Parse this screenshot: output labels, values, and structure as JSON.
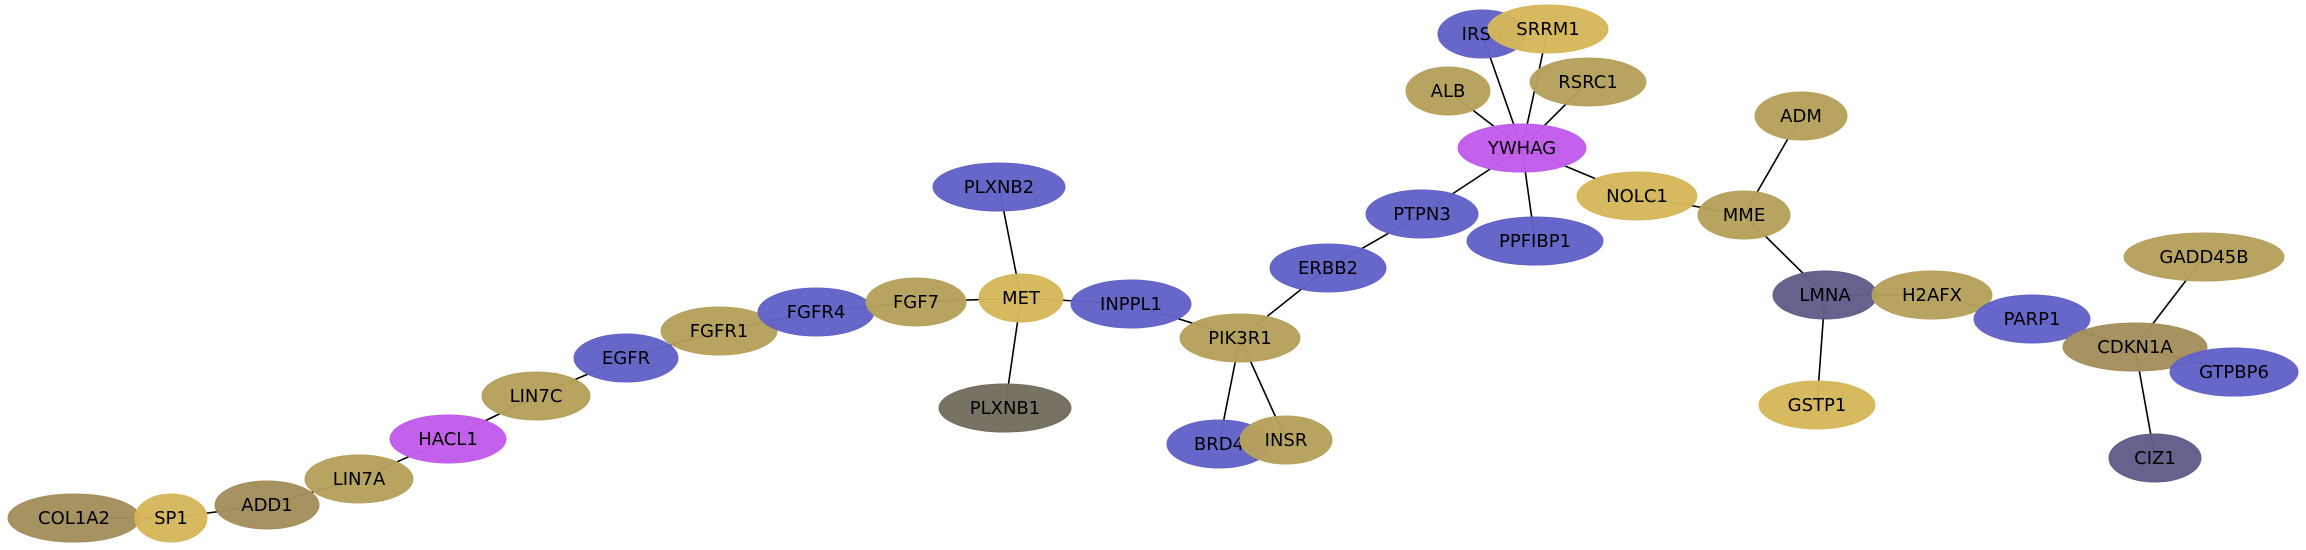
{
  "colors": {
    "blue": "#6262c8",
    "gold": "#d6b75a",
    "khaki": "#b6a15c",
    "olive": "#a48e5c",
    "purple": "#c15cec",
    "gray": "#5e5e8a",
    "darkgray": "#736d5e"
  },
  "nodes": [
    {
      "id": "COL1A2",
      "label": "COL1A2",
      "color": "olive"
    },
    {
      "id": "SP1",
      "label": "SP1",
      "color": "gold"
    },
    {
      "id": "ADD1",
      "label": "ADD1",
      "color": "olive"
    },
    {
      "id": "LIN7A",
      "label": "LIN7A",
      "color": "khaki"
    },
    {
      "id": "HACL1",
      "label": "HACL1",
      "color": "purple"
    },
    {
      "id": "LIN7C",
      "label": "LIN7C",
      "color": "khaki"
    },
    {
      "id": "EGFR",
      "label": "EGFR",
      "color": "blue"
    },
    {
      "id": "FGFR1",
      "label": "FGFR1",
      "color": "khaki"
    },
    {
      "id": "FGFR4",
      "label": "FGFR4",
      "color": "blue"
    },
    {
      "id": "FGF7",
      "label": "FGF7",
      "color": "khaki"
    },
    {
      "id": "MET",
      "label": "MET",
      "color": "gold"
    },
    {
      "id": "PLXNB2",
      "label": "PLXNB2",
      "color": "blue"
    },
    {
      "id": "PLXNB1",
      "label": "PLXNB1",
      "color": "darkgray"
    },
    {
      "id": "INPPL1",
      "label": "INPPL1",
      "color": "blue"
    },
    {
      "id": "PIK3R1",
      "label": "PIK3R1",
      "color": "khaki"
    },
    {
      "id": "BRD4",
      "label": "BRD4",
      "color": "blue"
    },
    {
      "id": "INSR",
      "label": "INSR",
      "color": "khaki"
    },
    {
      "id": "ERBB2",
      "label": "ERBB2",
      "color": "blue"
    },
    {
      "id": "PTPN3",
      "label": "PTPN3",
      "color": "blue"
    },
    {
      "id": "YWHAG",
      "label": "YWHAG",
      "color": "purple"
    },
    {
      "id": "PPFIBP1",
      "label": "PPFIBP1",
      "color": "blue"
    },
    {
      "id": "ALB",
      "label": "ALB",
      "color": "khaki"
    },
    {
      "id": "IRS4",
      "label": "IRS4",
      "color": "blue"
    },
    {
      "id": "SRRM1",
      "label": "SRRM1",
      "color": "gold"
    },
    {
      "id": "RSRC1",
      "label": "RSRC1",
      "color": "khaki"
    },
    {
      "id": "NOLC1",
      "label": "NOLC1",
      "color": "gold"
    },
    {
      "id": "MME",
      "label": "MME",
      "color": "khaki"
    },
    {
      "id": "ADM",
      "label": "ADM",
      "color": "khaki"
    },
    {
      "id": "LMNA",
      "label": "LMNA",
      "color": "gray"
    },
    {
      "id": "GSTP1",
      "label": "GSTP1",
      "color": "gold"
    },
    {
      "id": "H2AFX",
      "label": "H2AFX",
      "color": "khaki"
    },
    {
      "id": "PARP1",
      "label": "PARP1",
      "color": "blue"
    },
    {
      "id": "CDKN1A",
      "label": "CDKN1A",
      "color": "olive"
    },
    {
      "id": "GADD45B",
      "label": "GADD45B",
      "color": "khaki"
    },
    {
      "id": "GTPBP6",
      "label": "GTPBP6",
      "color": "blue"
    },
    {
      "id": "CIZ1",
      "label": "CIZ1",
      "color": "gray"
    }
  ],
  "edges": [
    [
      "COL1A2",
      "SP1"
    ],
    [
      "SP1",
      "ADD1"
    ],
    [
      "ADD1",
      "LIN7A"
    ],
    [
      "LIN7A",
      "HACL1"
    ],
    [
      "HACL1",
      "LIN7C"
    ],
    [
      "LIN7C",
      "EGFR"
    ],
    [
      "EGFR",
      "FGFR1"
    ],
    [
      "FGFR1",
      "FGFR4"
    ],
    [
      "FGFR4",
      "FGF7"
    ],
    [
      "FGF7",
      "MET"
    ],
    [
      "MET",
      "PLXNB2"
    ],
    [
      "MET",
      "PLXNB1"
    ],
    [
      "MET",
      "INPPL1"
    ],
    [
      "INPPL1",
      "PIK3R1"
    ],
    [
      "PIK3R1",
      "BRD4"
    ],
    [
      "PIK3R1",
      "INSR"
    ],
    [
      "PIK3R1",
      "ERBB2"
    ],
    [
      "ERBB2",
      "PTPN3"
    ],
    [
      "PTPN3",
      "YWHAG"
    ],
    [
      "YWHAG",
      "PPFIBP1"
    ],
    [
      "YWHAG",
      "ALB"
    ],
    [
      "YWHAG",
      "IRS4"
    ],
    [
      "YWHAG",
      "SRRM1"
    ],
    [
      "YWHAG",
      "RSRC1"
    ],
    [
      "YWHAG",
      "NOLC1"
    ],
    [
      "NOLC1",
      "MME"
    ],
    [
      "MME",
      "ADM"
    ],
    [
      "MME",
      "LMNA"
    ],
    [
      "LMNA",
      "GSTP1"
    ],
    [
      "LMNA",
      "H2AFX"
    ],
    [
      "H2AFX",
      "PARP1"
    ],
    [
      "PARP1",
      "CDKN1A"
    ],
    [
      "CDKN1A",
      "GADD45B"
    ],
    [
      "CDKN1A",
      "GTPBP6"
    ],
    [
      "CDKN1A",
      "CIZ1"
    ]
  ]
}
